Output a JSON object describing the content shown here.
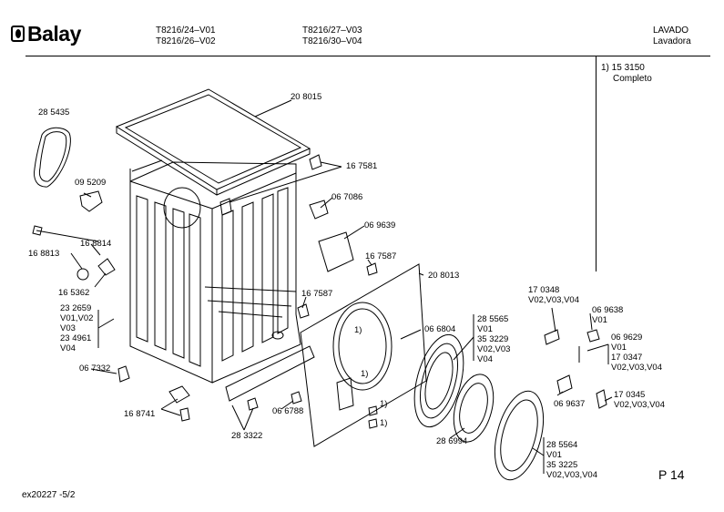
{
  "header": {
    "brand": "Balay",
    "models_col1": [
      "T8216/24–V01",
      "T8216/26–V02"
    ],
    "models_col2": [
      "T8216/27–V03",
      "T8216/30–V04"
    ],
    "category": [
      "LAVADO",
      "Lavadora"
    ]
  },
  "note": [
    "1)  15 3150",
    "Completo"
  ],
  "labels": {
    "p208015": "20 8015",
    "p285435": "28 5435",
    "p167581": "16 7581",
    "p095209": "09 5209",
    "p067086": "06 7086",
    "p069639": "06 9639",
    "p168814": "16 8814",
    "p168813": "16 8813",
    "p167587a": "16 7587",
    "p208013": "20 8013",
    "p165362": "16 5362",
    "p167587b": "16 7587",
    "p232659": [
      "23 2659",
      "V01,V02",
      "V03",
      "23 4961",
      "V04"
    ],
    "p066804": "06 6804",
    "p285565": [
      "28 5565",
      "V01",
      "35 3229",
      "V02,V03",
      "V04"
    ],
    "p170348": [
      "17 0348",
      "V02,V03,V04"
    ],
    "p069638": [
      "06 9638",
      "V01"
    ],
    "p069629": [
      "06 9629",
      "V01",
      "17 0347",
      "V02,V03,V04"
    ],
    "p067332": "06 7332",
    "p066788": "06 6788",
    "p168741": "16 8741",
    "p283322": "28 3322",
    "p286994": "28 6994",
    "p069637": "06 9637",
    "p170345": [
      "17 0345",
      "V02,V03,V04"
    ],
    "p285564": [
      "28 5564",
      "V01",
      "35 3225",
      "V02,V03,V04"
    ],
    "ref1": "1)",
    "ref2": "1)",
    "ref3": "1)",
    "ref4": "1)"
  },
  "footer": {
    "code": "ex20227  -5/2",
    "page": "P 14"
  }
}
